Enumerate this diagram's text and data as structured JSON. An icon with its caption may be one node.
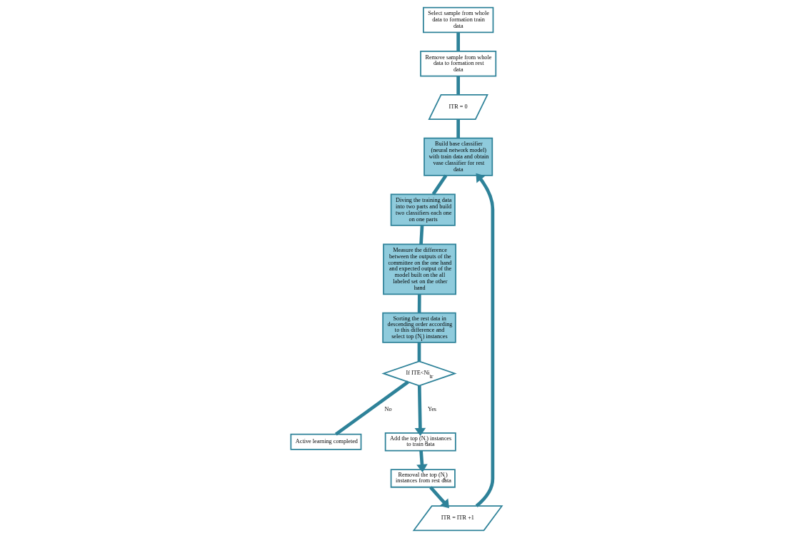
{
  "diagram": {
    "nodes": [
      {
        "text": [
          "Select sample from whole data to formation train data"
        ]
      },
      {
        "text": [
          "Remove sample from whole data to formation rest data"
        ]
      },
      {
        "text": [
          "ITR = 0"
        ]
      },
      {
        "text": [
          "Build base classifier (neural network model) with train data and obtain vase classifier for rest data"
        ]
      },
      {
        "text": [
          "Diving the training data into two parts and build two classifiers each one on one parts"
        ]
      },
      {
        "text": [
          "Measure the difference between the outputs of the committee on the one hand and expected output of the model built on the all labeled set on the other hand"
        ]
      },
      {
        "text": [
          "Sorting the rest data in descending order according to this difference and select top (N$_{i}$) instances"
        ]
      },
      {
        "text": [
          "If ITE<Ni$_{tr}$"
        ]
      },
      {
        "text": [
          "Active learning completed"
        ]
      },
      {
        "text": [
          "Add the top (N$_{i}$) instances to train data"
        ]
      },
      {
        "text": [
          "Removal the top (N$_{i}$) instances from rest data"
        ]
      },
      {
        "text": [
          "ITR = ITR +1"
        ]
      }
    ],
    "edges": [
      {
        "from": 0,
        "to": 1,
        "arrow": "none"
      },
      {
        "from": 1,
        "to": 2,
        "arrow": "none"
      },
      {
        "from": 2,
        "to": 3,
        "arrow": "none"
      },
      {
        "from": 3,
        "to": 4,
        "arrow": "none"
      },
      {
        "from": 4,
        "to": 5,
        "arrow": "none"
      },
      {
        "from": 5,
        "to": 6,
        "arrow": "none"
      },
      {
        "from": 6,
        "to": 7,
        "arrow": "none"
      },
      {
        "from": 7,
        "to": 8,
        "arrow": "none",
        "label": "No"
      },
      {
        "from": 7,
        "to": 9,
        "arrow": "to",
        "label": "Yes"
      },
      {
        "from": 9,
        "to": 10,
        "arrow": "to"
      },
      {
        "from": 10,
        "to": 11,
        "arrow": "to"
      },
      {
        "from": 11,
        "to": 3,
        "arrow": "to"
      }
    ]
  }
}
